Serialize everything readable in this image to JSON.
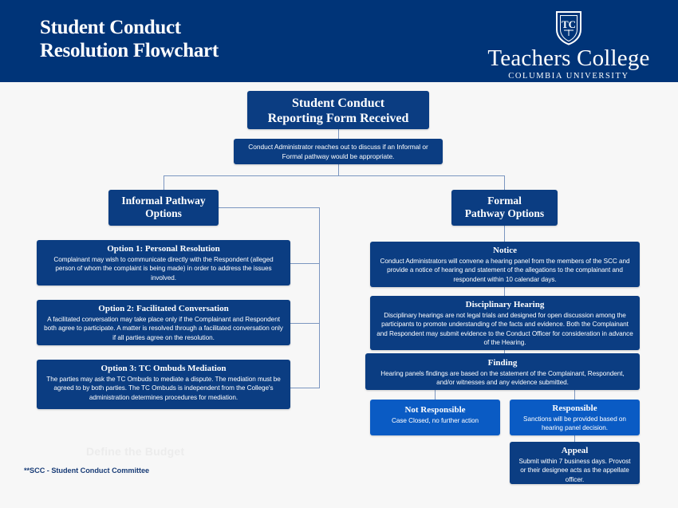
{
  "header": {
    "title_line1": "Student Conduct",
    "title_line2": "Resolution Flowchart",
    "logo_name": "Teachers College",
    "logo_sub": "COLUMBIA UNIVERSITY",
    "logo_monogram": "TC",
    "background_color": "#003478"
  },
  "colors": {
    "header_navy": "#003478",
    "box_navy": "#0b3d82",
    "box_bright_blue": "#0a5bc4",
    "connector": "#7b96c0",
    "canvas": "#f7f7f7",
    "text_on_box": "#ffffff",
    "footnote_text": "#1a3d77"
  },
  "nodes": {
    "root": {
      "title_line1": "Student Conduct",
      "title_line2": "Reporting Form Received"
    },
    "admin": {
      "body": "Conduct Administrator reaches out to discuss if an Informal or Formal pathway would be appropriate."
    },
    "informal": {
      "title_line1": "Informal Pathway",
      "title_line2": "Options"
    },
    "formal": {
      "title_line1": "Formal",
      "title_line2": "Pathway Options"
    },
    "option1": {
      "title": "Option 1: Personal Resolution",
      "body": "Complainant may wish to communicate directly with the Respondent (alleged person of whom the complaint is being made) in order to address the issues involved."
    },
    "option2": {
      "title": "Option 2: Facilitated Conversation",
      "body": "A facilitated conversation may take place only if the Complainant and Respondent both agree to participate. A matter is resolved through a facilitated conversation only if all parties agree on the resolution."
    },
    "option3": {
      "title": "Option 3: TC Ombuds Mediation",
      "body": "The parties may ask the TC Ombuds to mediate a dispute. The mediation must be agreed to by both parties.  The TC Ombuds is independent from the College's administration determines procedures for mediation."
    },
    "notice": {
      "title": "Notice",
      "body": "Conduct Administrators will convene a hearing panel from the members of the SCC and provide a notice of hearing and statement of the allegations to the complainant and respondent within 10 calendar days."
    },
    "hearing": {
      "title": "Disciplinary Hearing",
      "body": "Disciplinary hearings are not legal trials and designed for open discussion among the participants to promote understanding of the facts and evidence. Both the Complainant and Respondent may submit evidence to the Conduct Officer for consideration in advance of the Hearing."
    },
    "finding": {
      "title": "Finding",
      "body": "Hearing panels findings are based on the statement of the Complainant, Respondent, and/or witnesses and any evidence submitted."
    },
    "not_responsible": {
      "title": "Not Responsible",
      "body": "Case  Closed, no further action"
    },
    "responsible": {
      "title": "Responsible",
      "body": "Sanctions will be provided based on hearing panel decision."
    },
    "appeal": {
      "title": "Appeal",
      "body": "Submit within 7 business days. Provost or their designee acts as the appellate officer."
    }
  },
  "footnotes": {
    "watermark": "Define the Budget",
    "scc_note": "**SCC - Student Conduct Committee"
  }
}
